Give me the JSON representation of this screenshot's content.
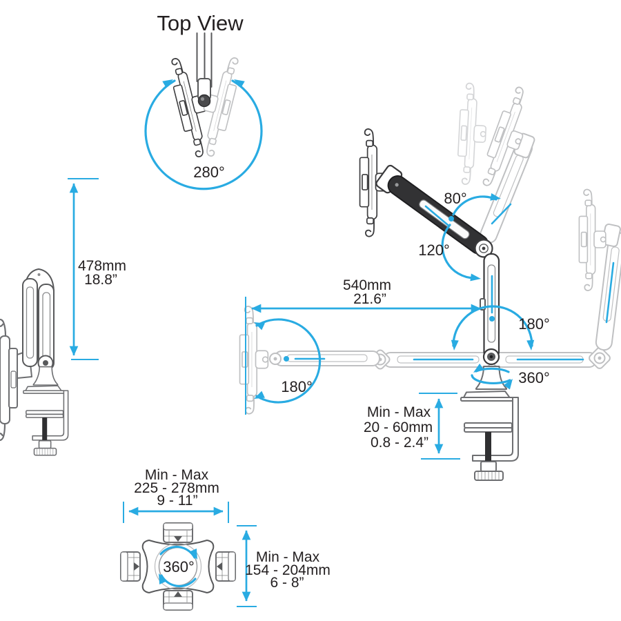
{
  "palette": {
    "accent": "#29abe2",
    "ink": "#231f20",
    "line_gray": "#58595b",
    "ghost": "#bfc0c2"
  },
  "top_view": {
    "title": "Top View",
    "swivel_angle": "280°"
  },
  "side_view": {
    "arm_height_metric": "478mm",
    "arm_height_imperial": "18.8”"
  },
  "main_view": {
    "arm_reach_metric": "540mm",
    "arm_reach_imperial": "21.6”",
    "upper_arm_angle": "80°",
    "elbow_angle": "120°",
    "holder_swivel_angle": "180°",
    "base_swivel_angle": "180°",
    "base_rotation_angle": "360°",
    "clamp_range": {
      "title": "Min - Max",
      "metric": "20 - 60mm",
      "imperial": "0.8 - 2.4”"
    }
  },
  "holder_view": {
    "rotation_angle": "360°",
    "width_range": {
      "title": "Min - Max",
      "metric": "225 - 278mm",
      "imperial": "9 - 11”"
    },
    "height_range": {
      "title": "Min - Max",
      "metric": "154 - 204mm",
      "imperial": "6 - 8”"
    }
  }
}
